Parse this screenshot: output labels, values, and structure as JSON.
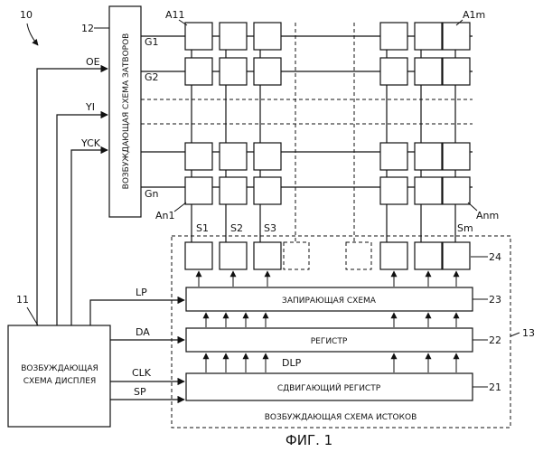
{
  "figure": {
    "caption": "ФИГ. 1",
    "device_ref": "10"
  },
  "gate_driver": {
    "ref": "12",
    "label": "ВОЗБУЖДАЮЩАЯ СХЕМА ЗАТВОРОВ"
  },
  "display_driver": {
    "ref": "11",
    "label_line1": "ВОЗБУЖДАЮЩАЯ",
    "label_line2": "СХЕМА ДИСПЛЕЯ"
  },
  "control_signals": {
    "oe": "OE",
    "yi": "YI",
    "yck": "YCK",
    "lp": "LP",
    "da": "DA",
    "clk": "CLK",
    "sp": "SP",
    "dlp": "DLP"
  },
  "gate_lines": {
    "g1": "G1",
    "g2": "G2",
    "gn": "Gn"
  },
  "pixels": {
    "a11": "A11",
    "a1m": "A1m",
    "an1": "An1",
    "anm": "Anm"
  },
  "source_lines": {
    "s1": "S1",
    "s2": "S2",
    "s3": "S3",
    "sm": "Sm"
  },
  "source_driver": {
    "ref": "13",
    "label": "ВОЗБУЖДАЮЩАЯ СХЕМА ИСТОКОВ",
    "output_ref": "24",
    "latch": {
      "ref": "23",
      "label": "ЗАПИРАЮЩАЯ СХЕМА"
    },
    "register": {
      "ref": "22",
      "label": "РЕГИСТР"
    },
    "shift_register": {
      "ref": "21",
      "label": "СДВИГАЮЩИЙ РЕГИСТР"
    }
  }
}
